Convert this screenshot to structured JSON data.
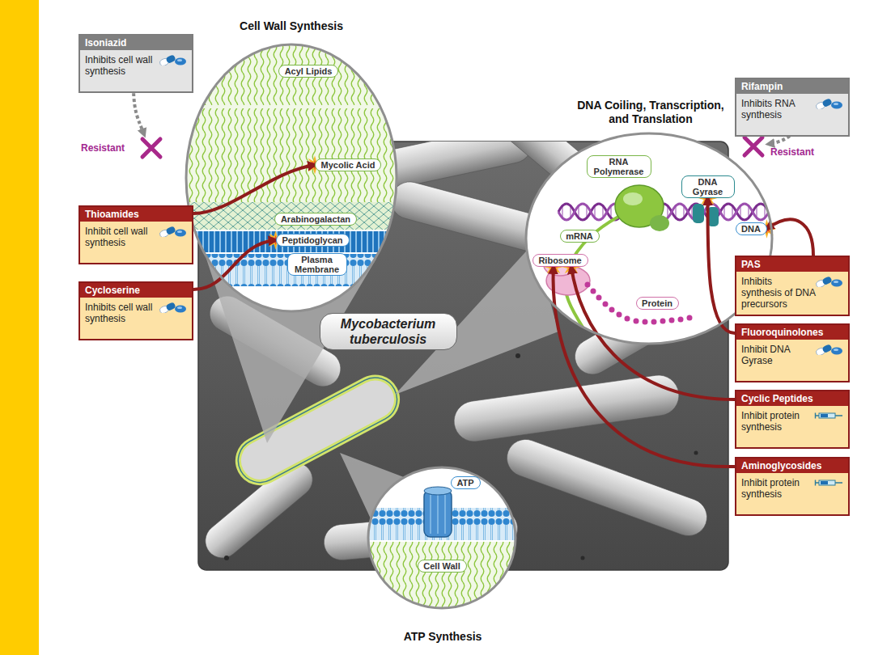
{
  "diagram": {
    "nodes": [
      {
        "text": [
          "Isoniazid",
          "Inhibits cell wall synthesis"
        ]
      },
      {
        "text": [
          "Cell Wall Synthesis"
        ]
      },
      {
        "text": [
          "Acyl Lipids"
        ],
        "in": 1
      },
      {
        "text": [
          "Mycolic Acid"
        ],
        "in": 1
      },
      {
        "text": [
          "Arabinogalactan"
        ],
        "in": 1
      },
      {
        "text": [
          "Peptidoglycan"
        ],
        "in": 1
      },
      {
        "text": [
          "Plasma Membrane"
        ],
        "in": 1
      },
      {
        "text": [
          "Rifampin",
          "Inhibits RNA synthesis"
        ]
      },
      {
        "text": [
          "DNA Coiling, Transcription, and Translation"
        ]
      },
      {
        "text": [
          "RNA Polymerase"
        ],
        "in": 8
      },
      {
        "text": [
          "DNA Gyrase"
        ],
        "in": 8
      },
      {
        "text": [
          "DNA"
        ],
        "in": 8
      },
      {
        "text": [
          "mRNA"
        ],
        "in": 8
      },
      {
        "text": [
          "Ribosome"
        ],
        "in": 8
      },
      {
        "text": [
          "Protein"
        ],
        "in": 8
      },
      {
        "text": [
          "Thioamides",
          "Inhibit cell wall synthesis"
        ]
      },
      {
        "text": [
          "PAS",
          "Inhibits synthesis of DNA precursors"
        ]
      },
      {
        "text": [
          "Cycloserine",
          "Inhibits cell wall synthesis"
        ]
      },
      {
        "text": [
          "Mycobacterium tuberculosis"
        ]
      },
      {
        "text": [
          "Fluoroquinolones",
          "Inhibit DNA Gyrase"
        ]
      },
      {
        "text": [
          "Cyclic Peptides",
          "Inhibit protein synthesis"
        ]
      },
      {
        "text": [
          "Aminoglycosides",
          "Inhibit protein synthesis"
        ]
      },
      {
        "text": [
          "ATP Synthesis"
        ]
      },
      {
        "text": [
          "ATP"
        ],
        "in": 22
      },
      {
        "text": [
          "Cell Wall"
        ],
        "in": 22
      }
    ],
    "edges": [
      {
        "from": 15,
        "to": 3,
        "arrow": "to"
      },
      {
        "from": 17,
        "to": 5,
        "arrow": "to"
      },
      {
        "from": 16,
        "to": 11,
        "arrow": "to"
      },
      {
        "from": 19,
        "to": 10,
        "arrow": "to"
      },
      {
        "from": 20,
        "to": 13,
        "arrow": "to"
      },
      {
        "from": 21,
        "to": 13,
        "arrow": "to"
      }
    ],
    "labels": [
      "Resistant",
      "Resistant"
    ]
  }
}
